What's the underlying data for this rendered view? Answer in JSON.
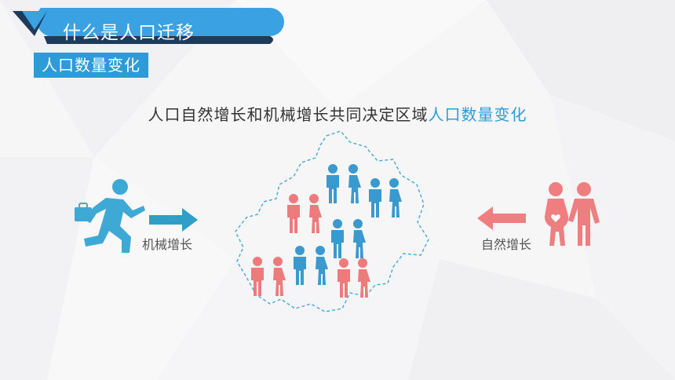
{
  "slide": {
    "title": "什么是人口迁移",
    "subtitle": "人口数量变化",
    "headline_main": "人口自然增长和机械增长共同决定区域",
    "headline_highlight": "人口数量变化",
    "label_mechanical": "机械增长",
    "label_natural": "自然增长"
  },
  "colors": {
    "accent_blue": "#2d9bd8",
    "person_blue": "#3a9ad0",
    "person_pink": "#ee7b7b",
    "runner_blue": "#3fa9d6",
    "arrow_blue": "#2f9fc9",
    "arrow_pink": "#ef7e80"
  },
  "icons": {
    "runner": "man-running-with-briefcase-icon",
    "couple": "pregnant-couple-icon",
    "arrow_right": "arrow-right-icon",
    "arrow_left": "arrow-left-icon"
  }
}
